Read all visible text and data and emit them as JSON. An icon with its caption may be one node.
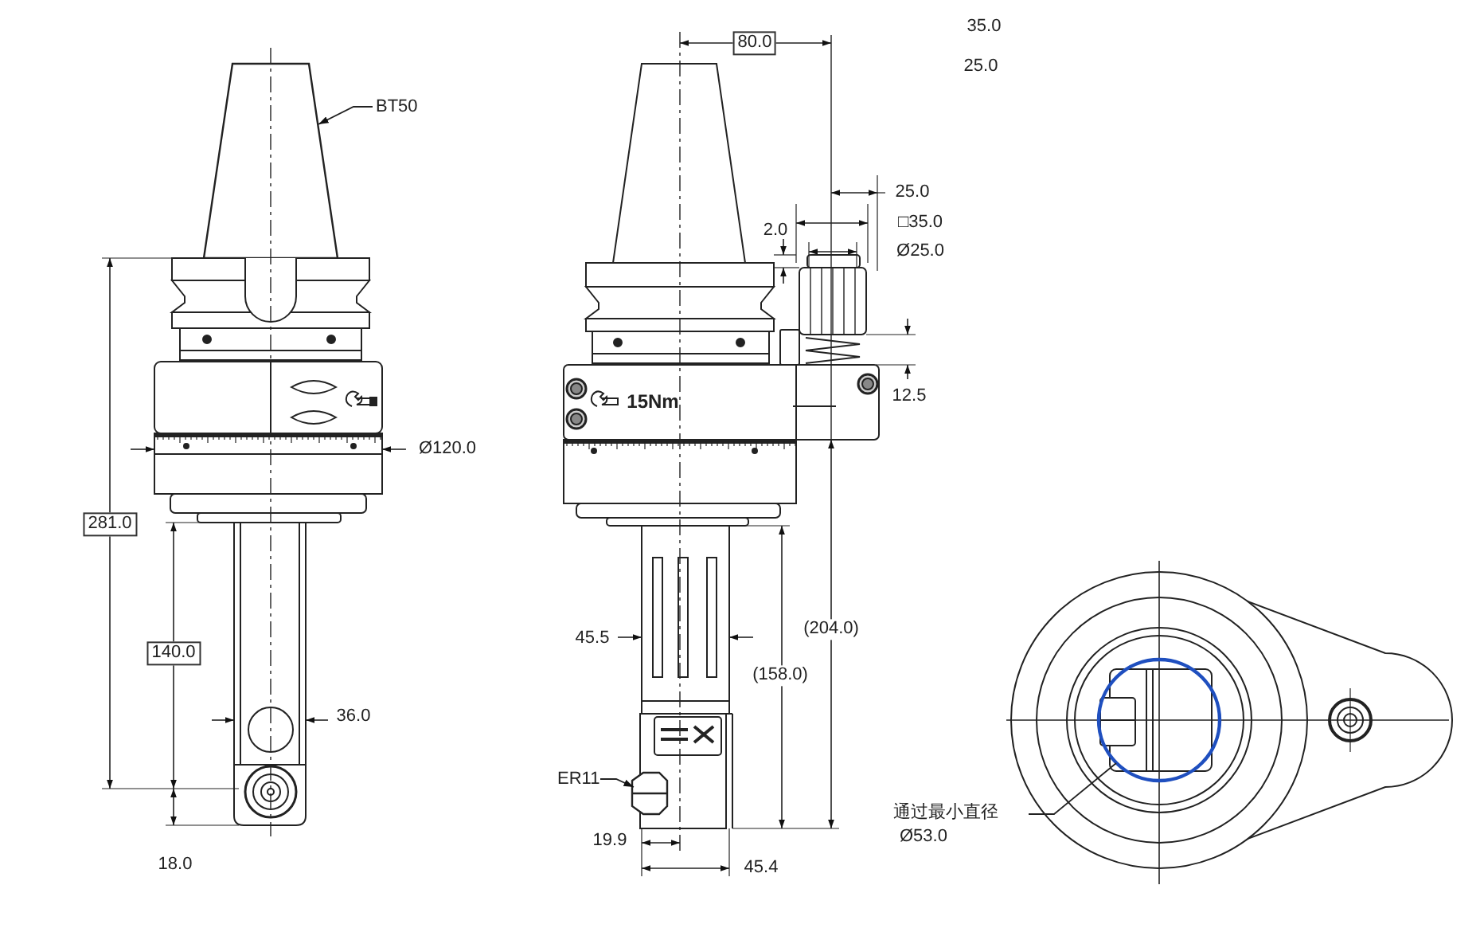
{
  "diagram": {
    "nodes": [
      {
        "text": [
          "BT50"
        ]
      },
      {
        "text": [],
        "shape": "picture"
      },
      {
        "text": [
          "ER11"
        ]
      },
      {
        "text": [],
        "shape": "picture"
      },
      {
        "text": [
          "通过最小直径",
          "Ø53.0"
        ]
      },
      {
        "text": [],
        "shape": "circle"
      }
    ],
    "edges": [
      {
        "from": 0,
        "to": 1,
        "arrow": "to"
      },
      {
        "from": 2,
        "to": 3,
        "arrow": "to"
      },
      {
        "from": 4,
        "to": 5,
        "arrow": "none"
      }
    ],
    "labels": [
      "35.0",
      "25.0",
      "80.0",
      "25.0",
      "□35.0",
      "2.0",
      "Ø25.0",
      "15Nm",
      "12.5",
      "Ø120.0",
      "281.0",
      "45.5",
      "(204.0)",
      "140.0",
      "(158.0)",
      "36.0",
      "19.9",
      "45.4",
      "18.0"
    ]
  }
}
